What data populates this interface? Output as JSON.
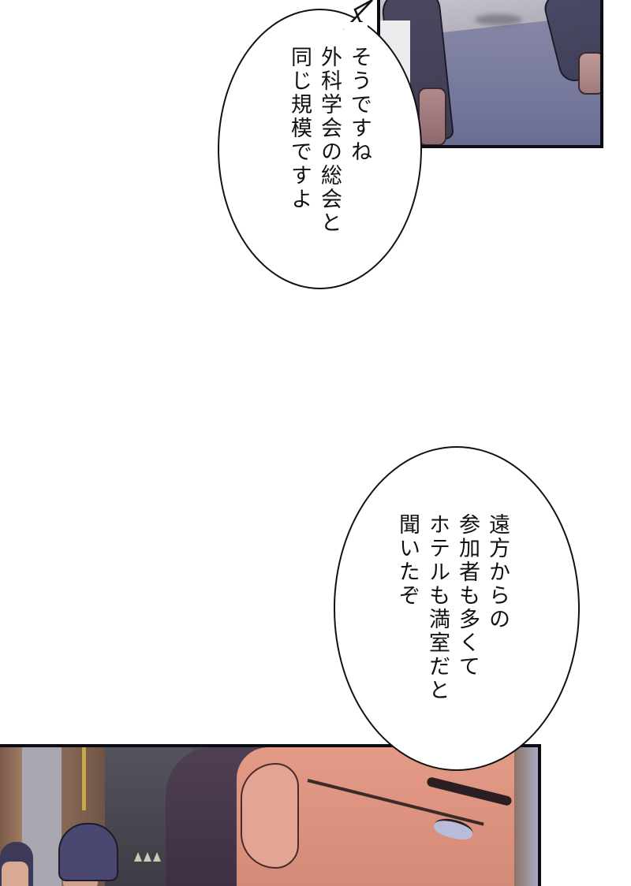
{
  "page": {
    "type": "manga-page",
    "background_color": "#ffffff"
  },
  "panels": [
    {
      "id": "top-panel",
      "description": "figure in dark suit leaning on a table",
      "colors": {
        "background": "#7c7ea0",
        "suit": "#44435a",
        "border": "#0c0c14"
      }
    },
    {
      "id": "bottom-panel",
      "description": "close-up of man with glasses, people in background",
      "colors": {
        "skin": "#e39a86",
        "hair": "#4f3f52",
        "border": "#0c0c14"
      }
    }
  ],
  "speech_bubbles": [
    {
      "id": "bubble-1",
      "columns": [
        "そうですね",
        "外科学会の総会と",
        "同じ規模ですよ"
      ]
    },
    {
      "id": "bubble-2",
      "columns": [
        "遠方からの",
        "参加者も多くて",
        "ホテルも満室だと",
        "聞いたぞ"
      ]
    }
  ]
}
